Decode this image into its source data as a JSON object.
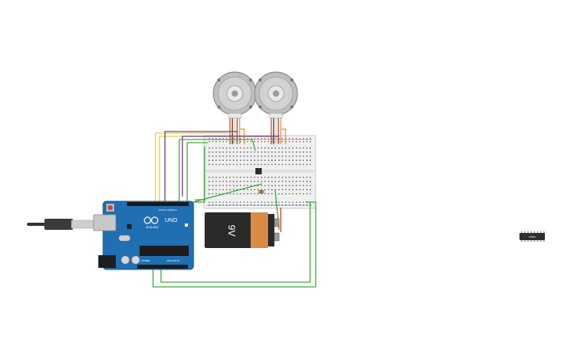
{
  "workspace": {
    "background": "#ffffff"
  },
  "motors": [
    {
      "name": "stepper-motor-left"
    },
    {
      "name": "stepper-motor-right"
    }
  ],
  "arduino": {
    "brand": "ARDUINO",
    "model": "UNO",
    "digital_label": "DIGITAL (PWM~)",
    "analog_label": "ANALOG IN",
    "power_label": "POWER",
    "board_color": "#1f6fb2"
  },
  "battery": {
    "label": "9V",
    "body_color": "#2a2a2a",
    "label_color": "#d98b45"
  },
  "chip": {
    "label": "L293D",
    "color": "#2e2e2e"
  },
  "wire_colors": {
    "green": "#3cae3c",
    "yellow": "#e6d23a",
    "purple": "#7b3a8c",
    "red": "#d33b2c",
    "orange": "#f08a24",
    "black": "#222222"
  }
}
